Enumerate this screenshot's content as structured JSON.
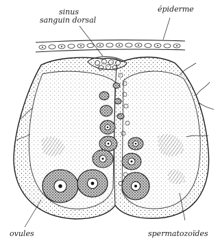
{
  "figure": {
    "labels": {
      "sinus_line1": "sinus",
      "sinus_line2": "sanguin dorsal",
      "epiderme": "épiderme",
      "ovules": "ovules",
      "spermatozoides": "spermatozoïdes"
    },
    "colors": {
      "ink": "#1a1a1a",
      "paper": "#ffffff",
      "stipple": "#555555"
    }
  }
}
